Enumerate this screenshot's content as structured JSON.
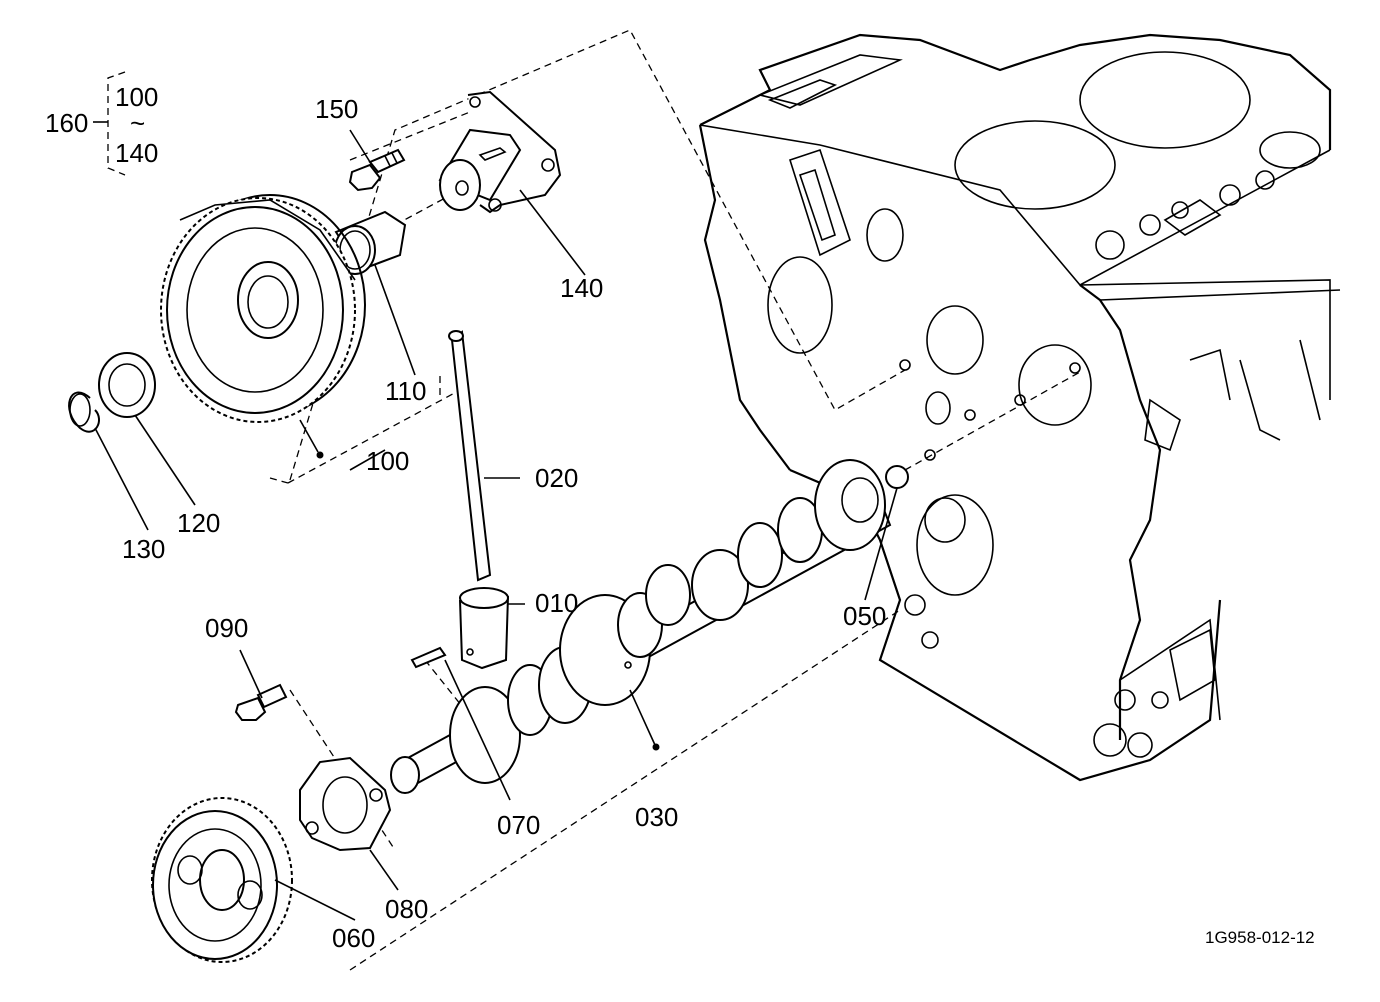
{
  "diagram": {
    "reference_code": "1G958-012-12",
    "group": {
      "label": "160",
      "range_from": "100",
      "range_sep": "~",
      "range_to": "140"
    },
    "callouts": [
      {
        "id": "150",
        "label": "150"
      },
      {
        "id": "140",
        "label": "140"
      },
      {
        "id": "110",
        "label": "110"
      },
      {
        "id": "100",
        "label": "100"
      },
      {
        "id": "120",
        "label": "120"
      },
      {
        "id": "130",
        "label": "130"
      },
      {
        "id": "020",
        "label": "020"
      },
      {
        "id": "010",
        "label": "010"
      },
      {
        "id": "050",
        "label": "050"
      },
      {
        "id": "090",
        "label": "090"
      },
      {
        "id": "070",
        "label": "070"
      },
      {
        "id": "030",
        "label": "030"
      },
      {
        "id": "080",
        "label": "080"
      },
      {
        "id": "060",
        "label": "060"
      }
    ]
  }
}
